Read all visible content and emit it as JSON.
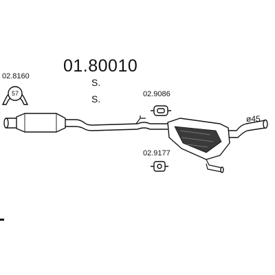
{
  "part_number": "01.80010",
  "note_1": "S.",
  "note_2": "S.",
  "clamp": {
    "code": "02.8160",
    "size": "57"
  },
  "hanger": {
    "code": "02.9086"
  },
  "rubber_mount": {
    "code": "02.9177"
  },
  "pipe_diameter": "ø45"
}
